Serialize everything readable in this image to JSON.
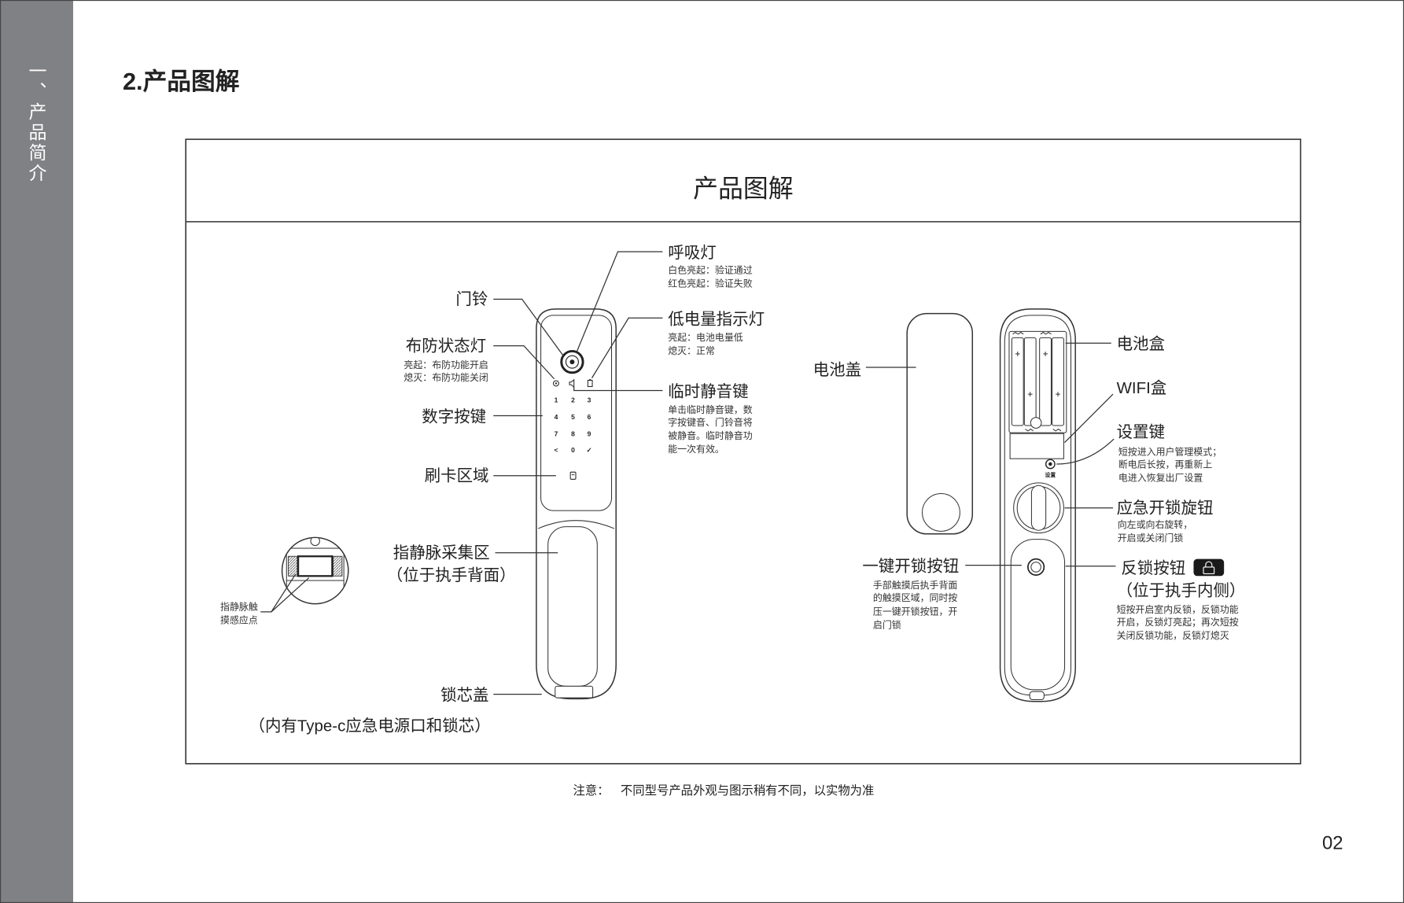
{
  "page": {
    "section_tab": "一、产品简介",
    "heading": "2.产品图解",
    "page_number": "02",
    "note": {
      "label": "注意：",
      "text": "不同型号产品外观与图示稍有不同，以实物为准"
    }
  },
  "colors": {
    "sidebar": "#808184",
    "ink": "#222222",
    "badge": "#1a1a1a"
  },
  "figure": {
    "title": "产品图解",
    "keypad": {
      "status_icons": [
        "arming-status-icon",
        "mute-speaker-icon",
        "low-battery-icon"
      ],
      "rows": [
        [
          "1",
          "2",
          "3"
        ],
        [
          "4",
          "5",
          "6"
        ],
        [
          "7",
          "8",
          "9"
        ],
        [
          "<",
          "0",
          "✓"
        ]
      ],
      "card_icon": "card-reader-icon"
    },
    "labels": {
      "doorbell": {
        "title": "门铃"
      },
      "breathing_light": {
        "title": "呼吸灯",
        "desc": [
          "白色亮起：验证通过",
          "红色亮起：验证失败"
        ]
      },
      "low_battery_light": {
        "title": "低电量指示灯",
        "desc": [
          "亮起：电池电量低",
          "熄灭：正常"
        ]
      },
      "arming_light": {
        "title": "布防状态灯",
        "desc": [
          "亮起：布防功能开启",
          "熄灭：布防功能关闭"
        ]
      },
      "mute_key": {
        "title": "临时静音键",
        "desc": [
          "单击临时静音键，数",
          "字按键音、门铃音将",
          "被静音。临时静音功",
          "能一次有效。"
        ]
      },
      "number_keys": {
        "title": "数字按键"
      },
      "card_area": {
        "title": "刷卡区域"
      },
      "finger_vein": {
        "title": "指静脉采集区",
        "subtitle": "（位于执手背面）"
      },
      "finger_vein_touch": {
        "desc": [
          "指静脉触",
          "摸感应点"
        ]
      },
      "cylinder_cover": {
        "title": "锁芯盖",
        "subtitle": "（内有Type-c应急电源口和锁芯）"
      },
      "battery_cover": {
        "title": "电池盖"
      },
      "battery_box": {
        "title": "电池盒"
      },
      "wifi_box": {
        "title": "WIFI盒"
      },
      "settings_key": {
        "title": "设置键",
        "desc": [
          "短按进入用户管理模式；",
          "断电后长按，再重新上",
          "电进入恢复出厂设置"
        ],
        "button_caption": "设置"
      },
      "emergency_knob": {
        "title": "应急开锁旋钮",
        "desc": [
          "向左或向右旋转，",
          "开启或关闭门锁"
        ]
      },
      "one_touch_unlock": {
        "title": "一键开锁按钮",
        "desc": [
          "手部触摸后执手背面",
          "的触摸区域，同时按",
          "压一键开锁按钮，开",
          "启门锁"
        ]
      },
      "anti_lock": {
        "title": "反锁按钮",
        "subtitle": "（位于执手内侧）",
        "desc": [
          "短按开启室内反锁，反锁功能",
          "开启，反锁灯亮起；再次短按",
          "关闭反锁功能，反锁灯熄灭"
        ],
        "badge_icon": "padlock-icon"
      }
    }
  }
}
